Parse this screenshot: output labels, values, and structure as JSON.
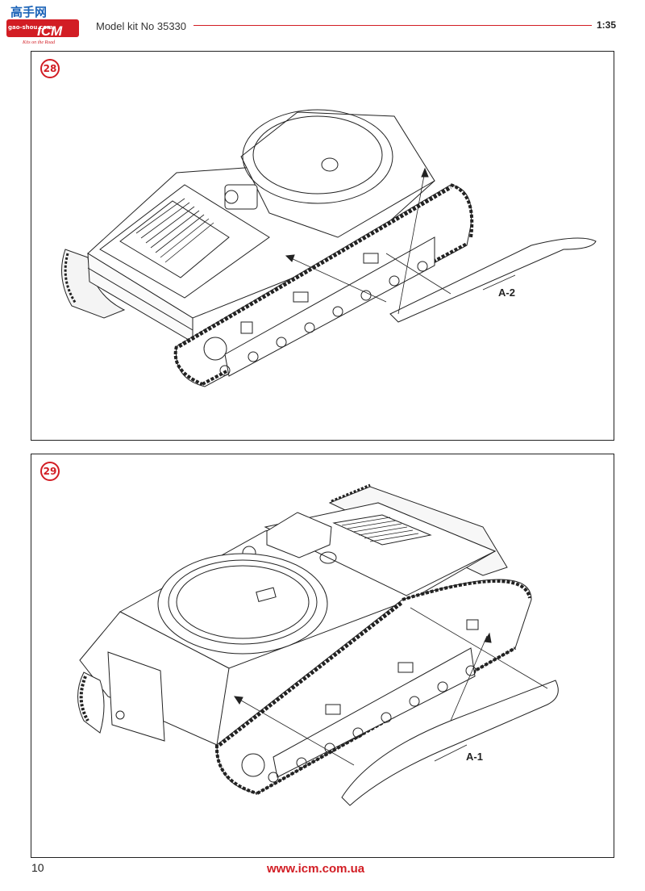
{
  "header": {
    "logo_top": "高手网",
    "logo_site": "gao-shou.com",
    "logo_brand": "ICM",
    "logo_tagline": "Kits on the Road",
    "model_kit": "Model kit No 35330",
    "scale": "1:35"
  },
  "steps": [
    {
      "number": "28",
      "part_label": "A-2"
    },
    {
      "number": "29",
      "part_label": "A-1"
    }
  ],
  "footer": {
    "page_number": "10",
    "website": "www.icm.com.ua"
  },
  "colors": {
    "accent": "#d21d24",
    "line": "#222222"
  }
}
